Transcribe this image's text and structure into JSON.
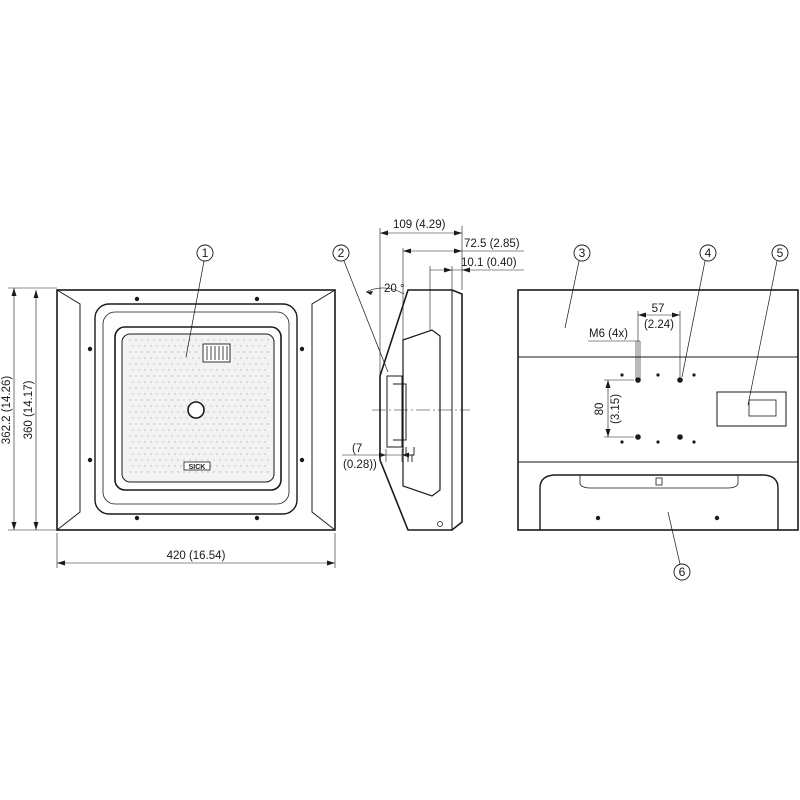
{
  "callouts": [
    "1",
    "2",
    "3",
    "4",
    "5",
    "6"
  ],
  "dimensions": {
    "width": "420 (16.54)",
    "height_total": "362.2 (14.26)",
    "height_body": "360 (14.17)",
    "depth": "109 (4.29)",
    "depth_mount": "72.5 (2.85)",
    "offset_small": "10.1 (0.40)",
    "angle": "20 °",
    "gap_value": "(7",
    "gap_inch": "(0.28))",
    "hole_spacing_h": "57",
    "hole_spacing_h_inch": "(2.24)",
    "hole_spacing_v": "80",
    "hole_spacing_v_inch": "(3.15)",
    "thread": "M6 (4x)"
  },
  "logo_text": "SICK",
  "colors": {
    "line": "#1a1a1a",
    "face_fill": "#f3f3f3"
  }
}
